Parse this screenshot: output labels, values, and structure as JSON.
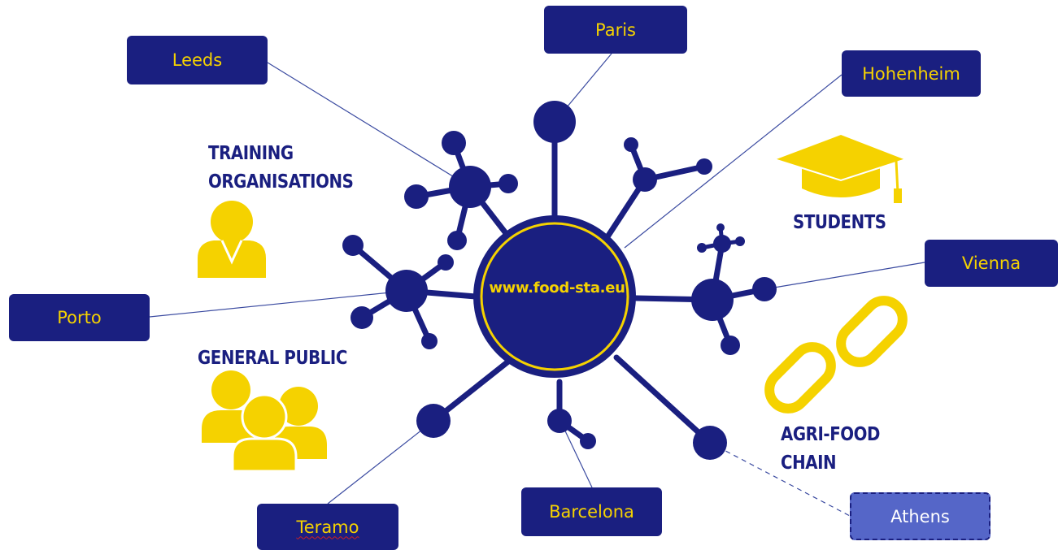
{
  "hub": {
    "label": "www.food-sta.eu"
  },
  "cities": {
    "paris": "Paris",
    "leeds": "Leeds",
    "hohenheim": "Hohenheim",
    "vienna": "Vienna",
    "porto": "Porto",
    "teramo": "Teramo",
    "barcelona": "Barcelona",
    "athens": "Athens"
  },
  "categories": {
    "training_line1": "TRAINING",
    "training_line2": "ORGANISATIONS",
    "students": "STUDENTS",
    "general_public": "GENERAL PUBLIC",
    "agrifood_line1": "AGRI-FOOD",
    "agrifood_line2": "CHAIN"
  },
  "icons": [
    "person-icon",
    "graduation-cap-icon",
    "people-group-icon",
    "chain-link-icon"
  ],
  "colors": {
    "navy": "#1a1f80",
    "yellow": "#f5d200",
    "athens_fill": "#5566c8"
  }
}
